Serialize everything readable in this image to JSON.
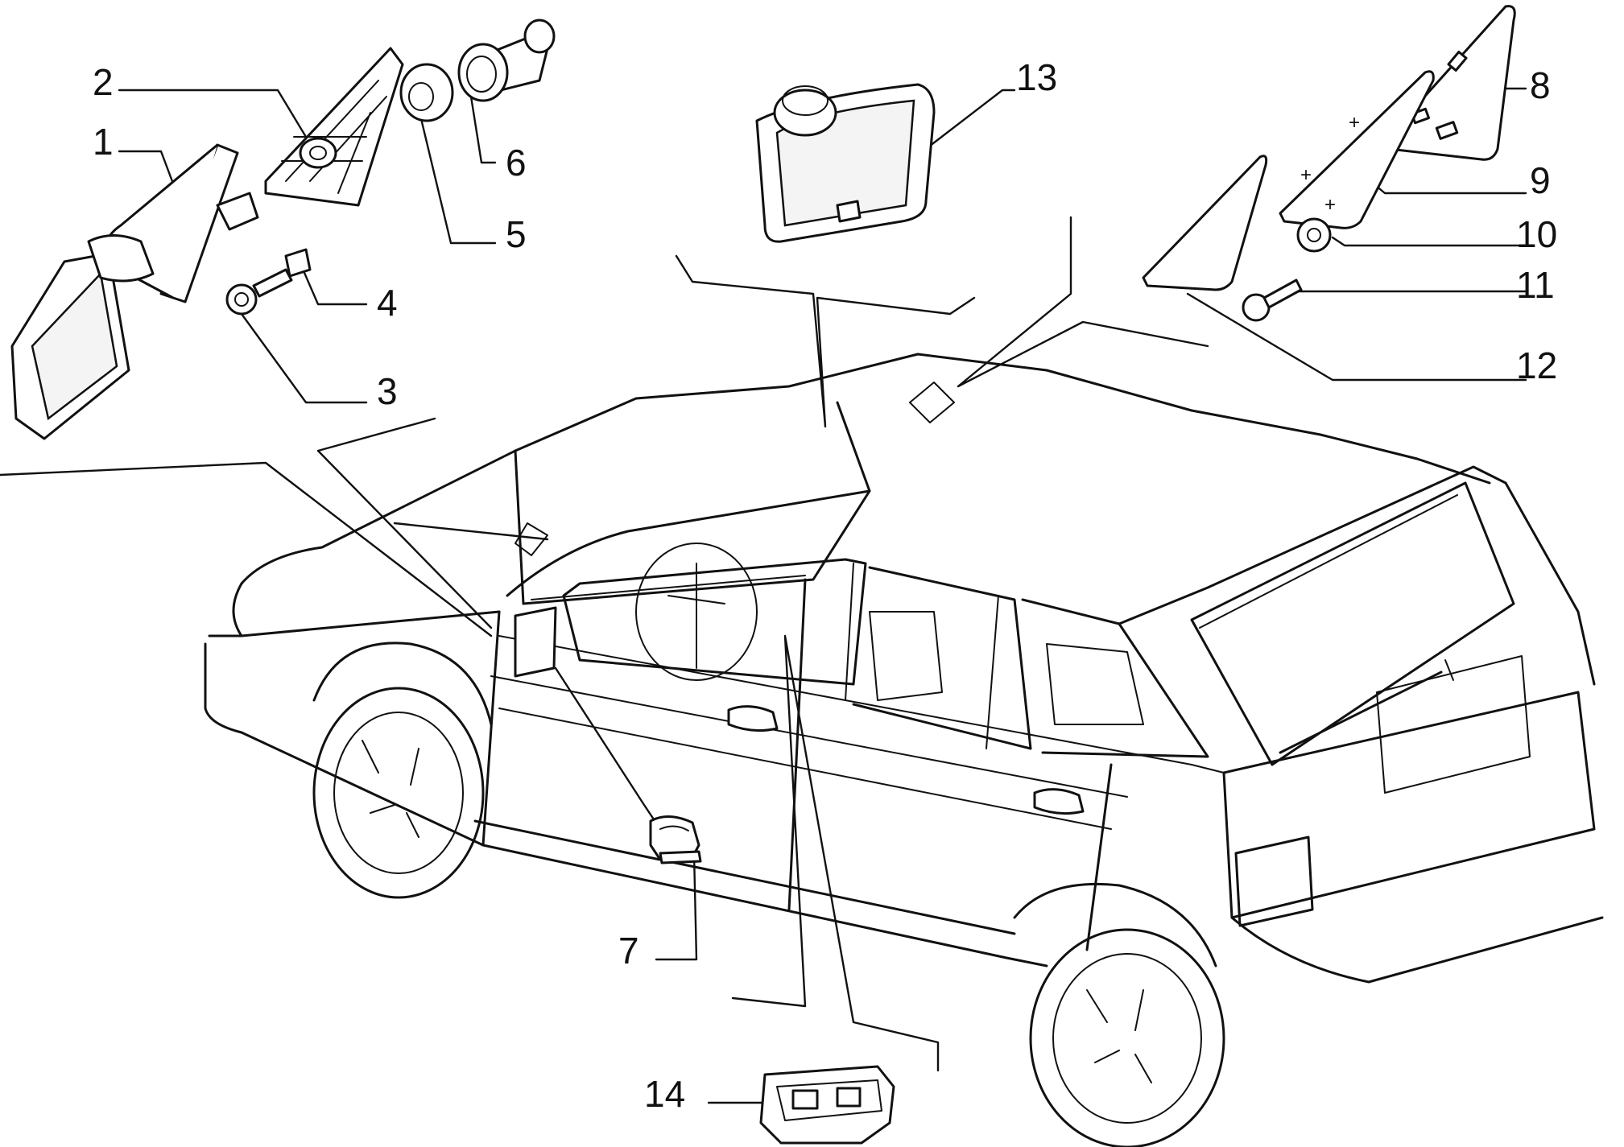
{
  "title": "",
  "callouts": [
    {
      "id": "1",
      "text": "1"
    },
    {
      "id": "2",
      "text": "2"
    },
    {
      "id": "3",
      "text": "3"
    },
    {
      "id": "4",
      "text": "4"
    },
    {
      "id": "5",
      "text": "5"
    },
    {
      "id": "6",
      "text": "6"
    },
    {
      "id": "7",
      "text": "7"
    },
    {
      "id": "8",
      "text": "8"
    },
    {
      "id": "9",
      "text": "9"
    },
    {
      "id": "10",
      "text": "10"
    },
    {
      "id": "11",
      "text": "11"
    },
    {
      "id": "12",
      "text": "12"
    },
    {
      "id": "13",
      "text": "13"
    },
    {
      "id": "14",
      "text": "14"
    }
  ],
  "colors": {
    "ink": "#111111",
    "paper": "#ffffff"
  }
}
